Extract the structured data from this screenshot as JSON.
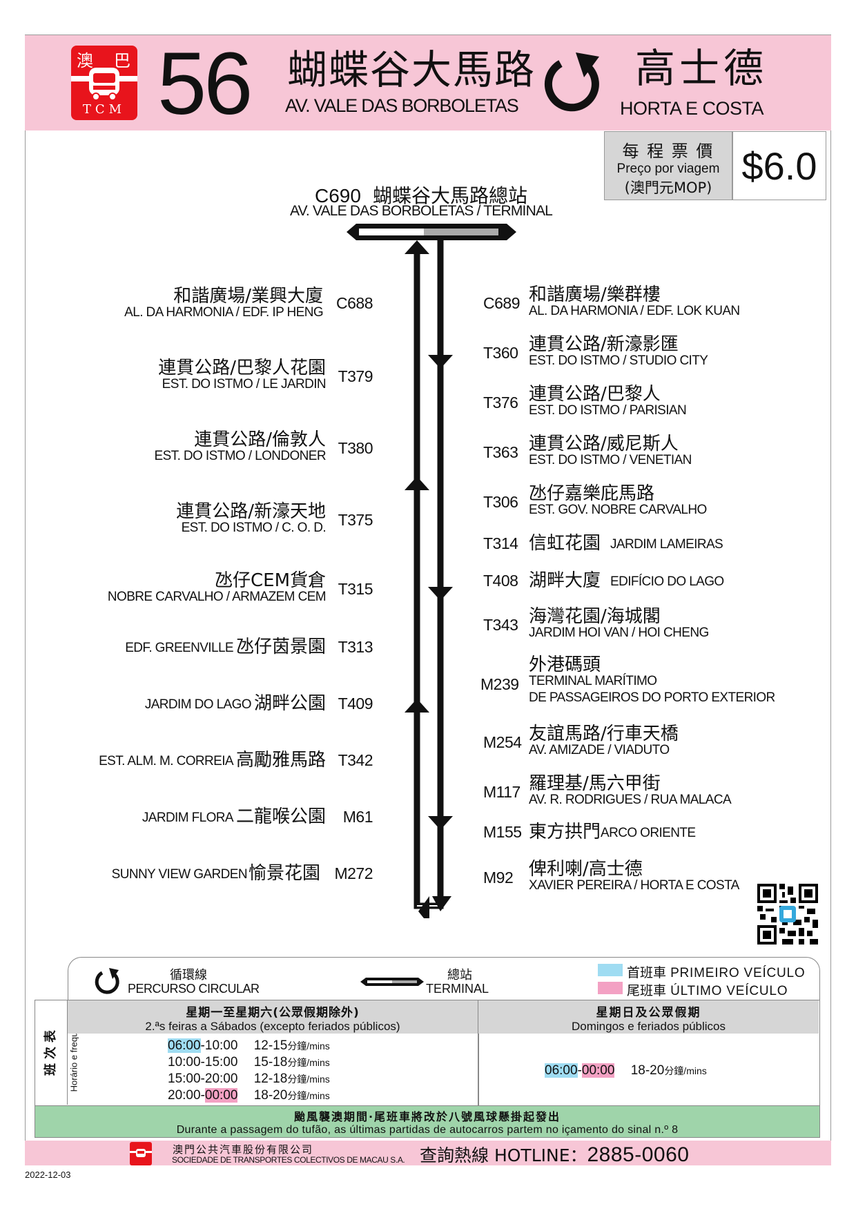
{
  "header": {
    "route": "56",
    "logo": {
      "top_left": "澳",
      "top_right": "巴",
      "bottom": "TCM",
      "icon": "bus-icon"
    },
    "origin_zh": "蝴蝶谷大馬路",
    "origin_pt": "AV. VALE DAS BORBOLETAS",
    "circular_icon": "circular-arrow-icon",
    "destination_zh": "高士德",
    "destination_pt": "HORTA E COSTA"
  },
  "fare": {
    "label_zh": "每 程 票 價",
    "label_pt": "Preço por viagem",
    "currency": "(澳門元MOP)",
    "amount": "$6.0"
  },
  "terminal": {
    "code": "C690",
    "name_zh": "蝴蝶谷大馬路總站",
    "name_pt": "AV. VALE DAS BORBOLETAS / TERMINAL"
  },
  "stops_left": [
    {
      "code": "C688",
      "zh": "和諧廣場/業興大廈",
      "pt": "AL. DA HARMONIA / EDF. IP HENG"
    },
    {
      "code": "T379",
      "zh": "連貫公路/巴黎人花園",
      "pt": "EST. DO ISTMO / LE JARDIN"
    },
    {
      "code": "T380",
      "zh": "連貫公路/倫敦人",
      "pt": "EST. DO ISTMO / LONDONER"
    },
    {
      "code": "T375",
      "zh": "連貫公路/新濠天地",
      "pt": "EST. DO ISTMO / C. O. D."
    },
    {
      "code": "T315",
      "zh": "氹仔CEM貨倉",
      "pt": "NOBRE CARVALHO / ARMAZEM CEM"
    },
    {
      "code": "T313",
      "zh": "氹仔茵景園",
      "pt": "EDF. GREENVILLE"
    },
    {
      "code": "T409",
      "zh": "湖畔公園",
      "pt": "JARDIM DO LAGO"
    },
    {
      "code": "T342",
      "zh": "高勵雅馬路",
      "pt": "EST. ALM. M. CORREIA"
    },
    {
      "code": "M61",
      "zh": "二龍喉公園",
      "pt": "JARDIM FLORA"
    },
    {
      "code": "M272",
      "zh": "愉景花園",
      "pt": "SUNNY VIEW GARDEN"
    }
  ],
  "stops_right": [
    {
      "code": "C689",
      "zh": "和諧廣場/樂群樓",
      "pt": "AL. DA HARMONIA / EDF. LOK KUAN"
    },
    {
      "code": "T360",
      "zh": "連貫公路/新濠影匯",
      "pt": "EST. DO ISTMO / STUDIO CITY"
    },
    {
      "code": "T376",
      "zh": "連貫公路/巴黎人",
      "pt": "EST. DO ISTMO / PARISIAN"
    },
    {
      "code": "T363",
      "zh": "連貫公路/威尼斯人",
      "pt": "EST. DO ISTMO / VENETIAN"
    },
    {
      "code": "T306",
      "zh": "氹仔嘉樂庇馬路",
      "pt": "EST. GOV. NOBRE CARVALHO"
    },
    {
      "code": "T314",
      "zh": "信虹花園",
      "pt": "JARDIM LAMEIRAS"
    },
    {
      "code": "T408",
      "zh": "湖畔大廈",
      "pt": "EDIFÍCIO DO LAGO"
    },
    {
      "code": "T343",
      "zh": "海灣花園/海城閣",
      "pt": "JARDIM HOI VAN / HOI CHENG"
    },
    {
      "code": "M239",
      "zh": "外港碼頭",
      "pt": "TERMINAL MARÍTIMO",
      "pt2": "DE PASSAGEIROS DO PORTO EXTERIOR"
    },
    {
      "code": "M254",
      "zh": "友誼馬路/行車天橋",
      "pt": "AV. AMIZADE / VIADUTO"
    },
    {
      "code": "M117",
      "zh": "羅理基/馬六甲街",
      "pt": "AV. R. RODRIGUES / RUA MALACA"
    },
    {
      "code": "M155",
      "zh": "東方拱門",
      "pt": "ARCO ORIENTE"
    },
    {
      "code": "M92",
      "zh": "俾利喇/高士德",
      "pt": "XAVIER PEREIRA / HORTA E COSTA"
    }
  ],
  "legend": {
    "circular_zh": "循環線",
    "circular_pt": "PERCURSO CIRCULAR",
    "terminal_zh": "總站",
    "terminal_pt": "TERMINAL",
    "first_zh": "首班車",
    "first_pt": "PRIMEIRO VEÍCULO",
    "last_zh": "尾班車",
    "last_pt": "ÚLTIMO VEÍCULO",
    "first_color": "#9fdcf2",
    "last_color": "#f3a1c3"
  },
  "timetable": {
    "side_zh": "班次表",
    "side_pt": "Horário e frequência",
    "weekday_zh": "星期一至星期六(公眾假期除外)",
    "weekday_pt": "2.ªs feiras a Sábados (excepto feriados públicos)",
    "holiday_zh": "星期日及公眾假期",
    "holiday_pt": "Domingos e feriados públicos",
    "mins_unit": "分鐘/mins",
    "weekday_rows": [
      {
        "start": "06:00",
        "end": "10:00",
        "freq": "12-15"
      },
      {
        "start": "10:00",
        "end": "15:00",
        "freq": "15-18"
      },
      {
        "start": "15:00",
        "end": "20:00",
        "freq": "12-18"
      },
      {
        "start": "20:00",
        "end": "00:00",
        "freq": "18-20"
      }
    ],
    "holiday_row": {
      "start": "06:00",
      "end": "00:00",
      "freq": "18-20"
    }
  },
  "typhoon": {
    "zh": "颱風襲澳期間·尾班車將改於八號風球懸掛起發出",
    "pt": "Durante a passagem do tufão, as últimas partidas de autocarros partem no içamento do sinal n.º 8"
  },
  "footer": {
    "company_zh": "澳門公共汽車股份有限公司",
    "company_pt": "SOCIEDADE DE TRANSPORTES COLECTIVOS DE MACAU S.A.",
    "hotline_label": "查詢熱線 HOTLINE：",
    "hotline": "2885-0060",
    "date": "2022-12-03"
  },
  "colors": {
    "pink": "#f7c6d6",
    "logo_red": "#e8141c",
    "green": "#9fd4aa",
    "grey": "#d6d6d6"
  }
}
